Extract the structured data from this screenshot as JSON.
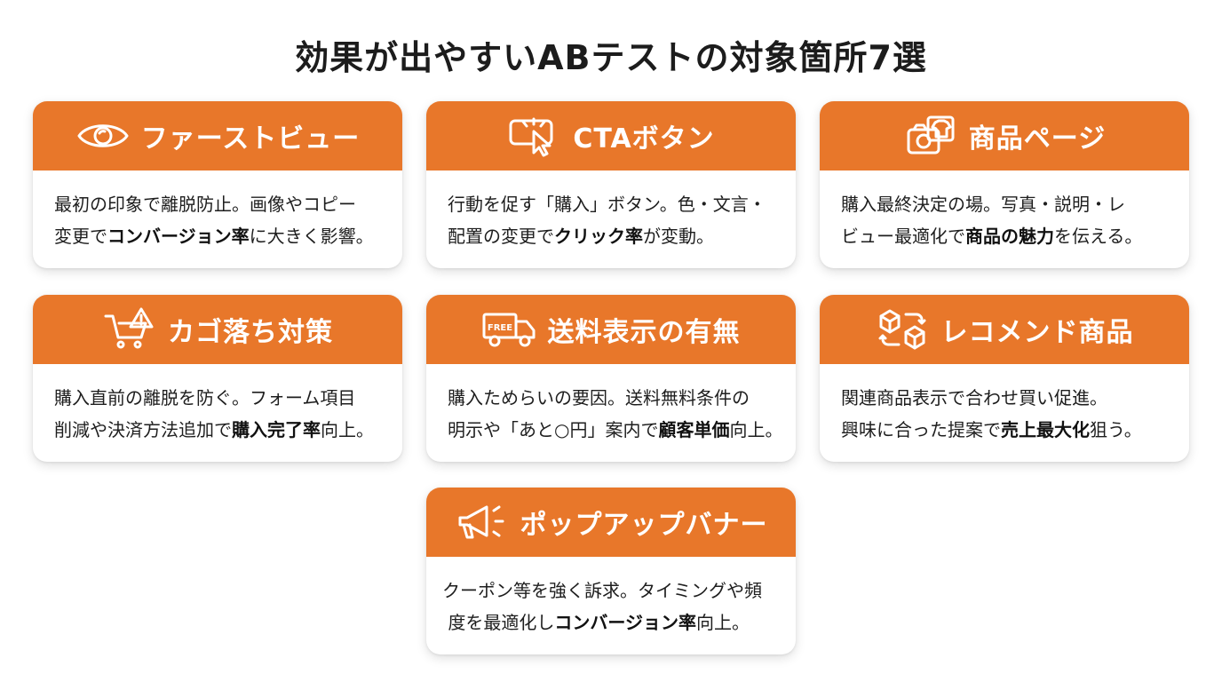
{
  "title": "効果が出やすいABテストの対象箇所7選",
  "accent_color": "#e8772a",
  "cards": [
    {
      "icon": "eye-icon",
      "heading": "ファーストビュー",
      "line1": {
        "a": "最初の印象で離脱防止。画像やコピー",
        "b": "",
        "c": ""
      },
      "line2": {
        "a": "変更で",
        "b": "コンバージョン率",
        "c": "に大きく影響。"
      }
    },
    {
      "icon": "click-cursor-icon",
      "heading": "CTAボタン",
      "line1": {
        "a": "行動を促す「購入」ボタン。色・文言・",
        "b": "",
        "c": ""
      },
      "line2": {
        "a": "配置の変更で",
        "b": "クリック率",
        "c": "が変動。"
      }
    },
    {
      "icon": "camera-shirt-icon",
      "heading": "商品ページ",
      "line1": {
        "a": "購入最終決定の場。写真・説明・レ",
        "b": "",
        "c": ""
      },
      "line2": {
        "a": "ビュー最適化で",
        "b": "商品の魅力",
        "c": "を伝える。"
      }
    },
    {
      "icon": "cart-warning-icon",
      "heading": "カゴ落ち対策",
      "line1": {
        "a": "購入直前の離脱を防ぐ。フォーム項目",
        "b": "",
        "c": ""
      },
      "line2": {
        "a": "削減や決済方法追加で",
        "b": "購入完了率",
        "c": "向上。"
      }
    },
    {
      "icon": "free-shipping-truck-icon",
      "icon_text": "FREE",
      "heading": "送料表示の有無",
      "line1": {
        "a": "購入ためらいの要因。送料無料条件の",
        "b": "",
        "c": ""
      },
      "line2": {
        "a": "明示や「あと○円」案内で",
        "b": "顧客単価",
        "c": "向上。"
      }
    },
    {
      "icon": "boxes-exchange-icon",
      "heading": "レコメンド商品",
      "line1": {
        "a": "関連商品表示で合わせ買い促進。",
        "b": "",
        "c": ""
      },
      "line2": {
        "a": "興味に合った提案で",
        "b": "売上最大化",
        "c": "狙う。"
      }
    },
    {
      "icon": "megaphone-icon",
      "heading": "ポップアップバナー",
      "line1": {
        "a": "クーポン等を強く訴求。タイミングや頻",
        "b": "",
        "c": ""
      },
      "line2": {
        "a": "度を最適化し",
        "b": "コンバージョン率",
        "c": "向上。"
      }
    }
  ]
}
